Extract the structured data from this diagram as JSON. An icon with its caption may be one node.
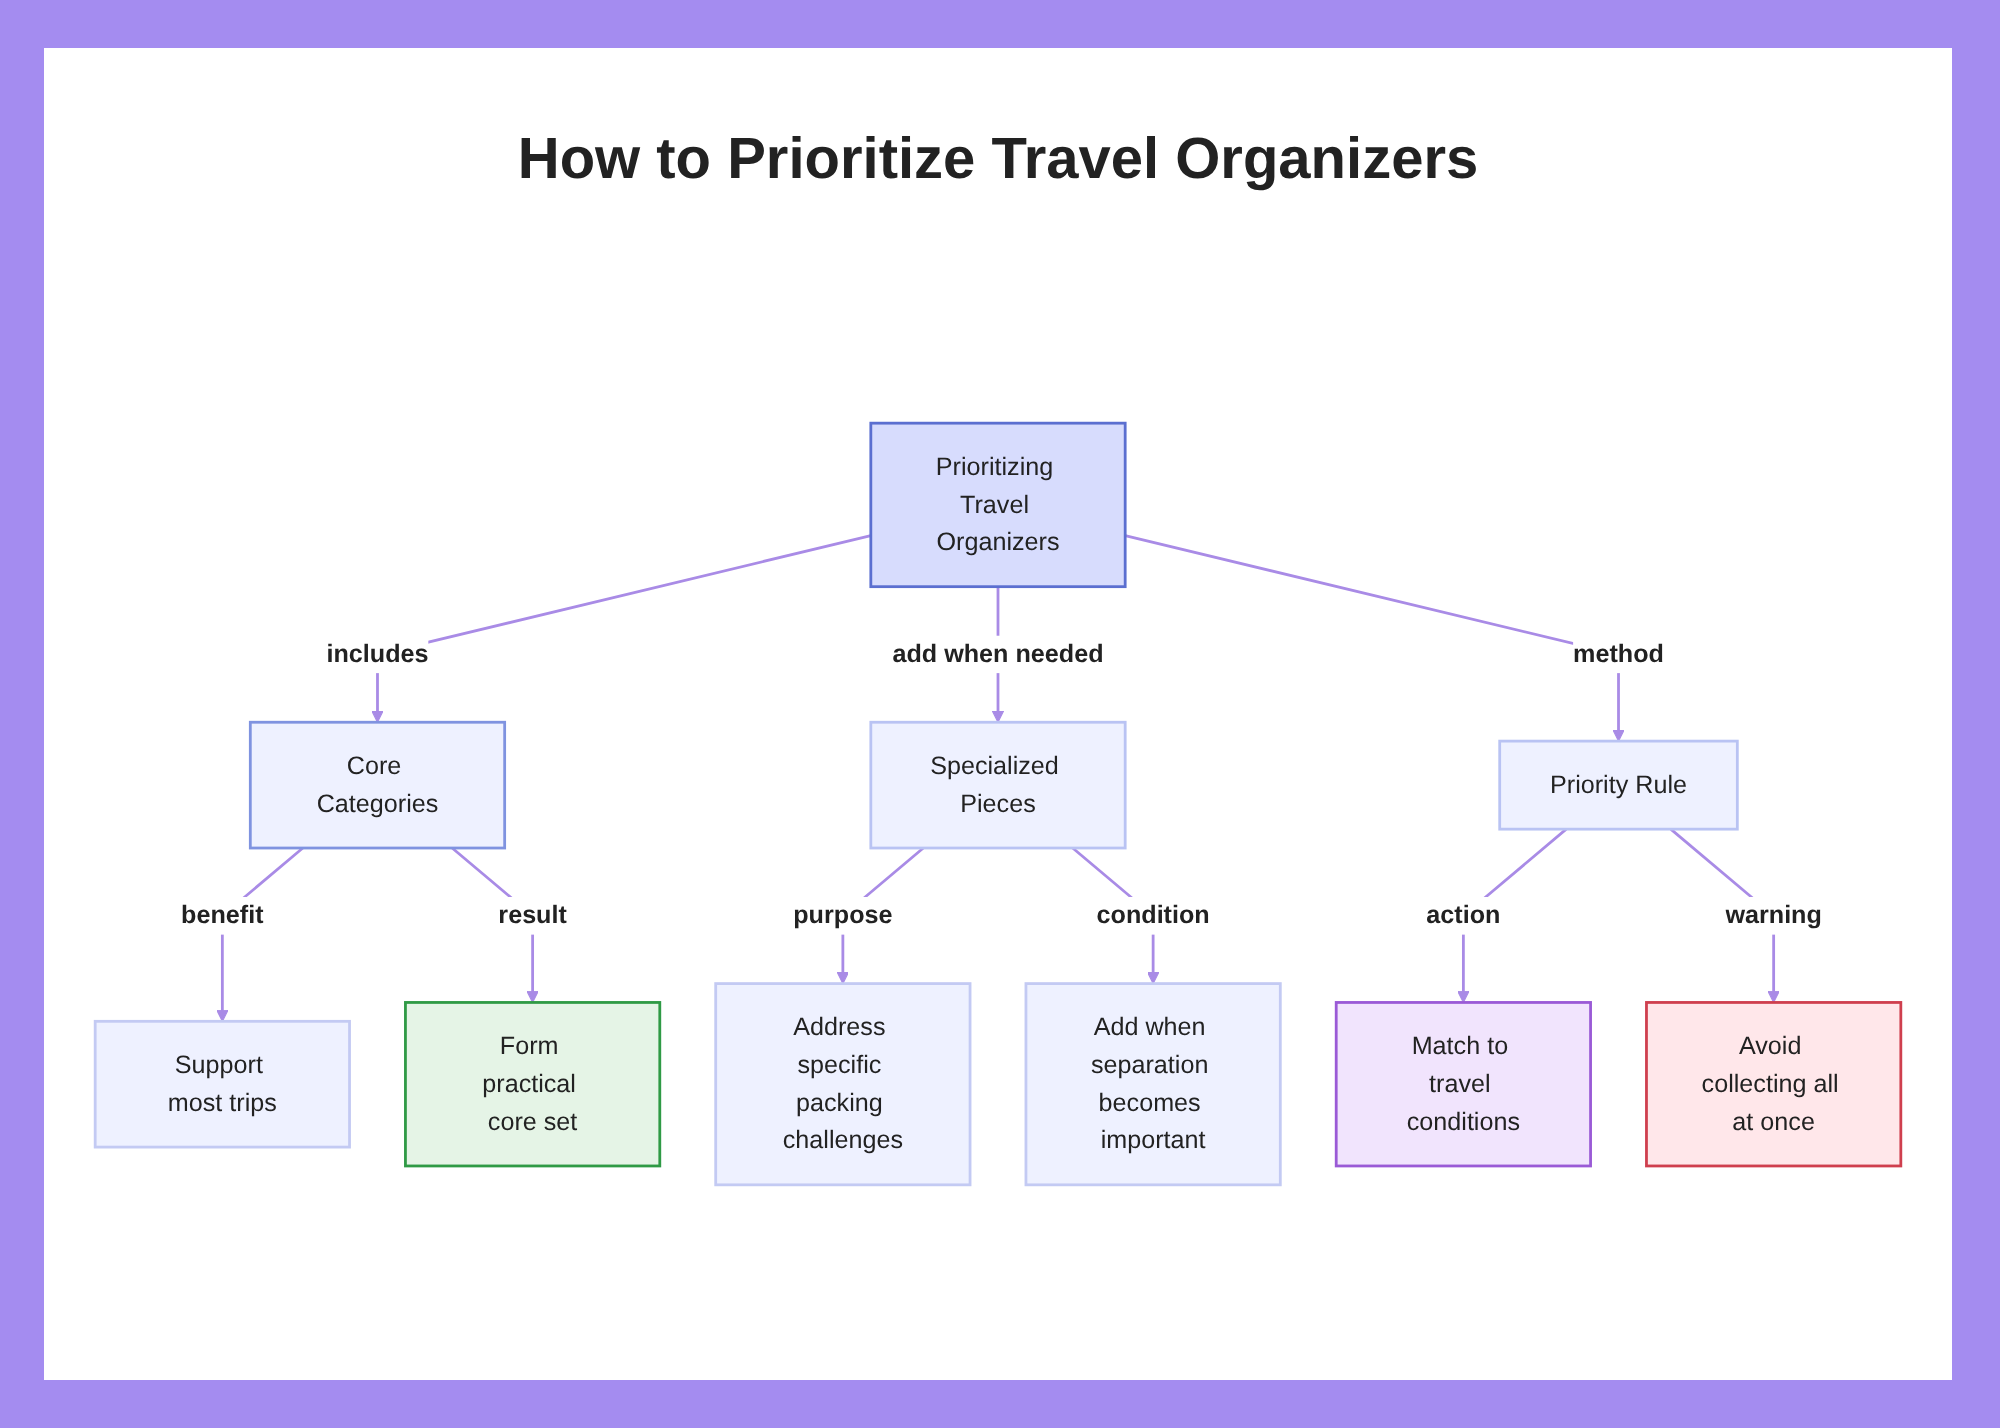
{
  "diagram": {
    "title": "How to Prioritize Travel Organizers",
    "nodes": [
      {
        "text": [
          "Prioritizing Travel Organizers"
        ]
      },
      {
        "text": [
          "Core Categories"
        ]
      },
      {
        "text": [
          "Specialized Pieces"
        ]
      },
      {
        "text": [
          "Priority Rule"
        ]
      },
      {
        "text": [
          "Support most trips"
        ]
      },
      {
        "text": [
          "Form practical core set"
        ]
      },
      {
        "text": [
          "Address specific packing challenges"
        ]
      },
      {
        "text": [
          "Add when separation becomes important"
        ]
      },
      {
        "text": [
          "Match to travel conditions"
        ]
      },
      {
        "text": [
          "Avoid collecting all at once"
        ]
      }
    ],
    "edges": [
      {
        "from": 0,
        "to": 1,
        "arrow": "to",
        "label": "includes"
      },
      {
        "from": 0,
        "to": 2,
        "arrow": "to",
        "label": "add when needed"
      },
      {
        "from": 0,
        "to": 3,
        "arrow": "to",
        "label": "method"
      },
      {
        "from": 1,
        "to": 4,
        "arrow": "to",
        "label": "benefit"
      },
      {
        "from": 1,
        "to": 5,
        "arrow": "to",
        "label": "result"
      },
      {
        "from": 2,
        "to": 6,
        "arrow": "to",
        "label": "purpose"
      },
      {
        "from": 2,
        "to": 7,
        "arrow": "to",
        "label": "condition"
      },
      {
        "from": 3,
        "to": 8,
        "arrow": "to",
        "label": "action"
      },
      {
        "from": 3,
        "to": 9,
        "arrow": "to",
        "label": "warning"
      }
    ]
  }
}
